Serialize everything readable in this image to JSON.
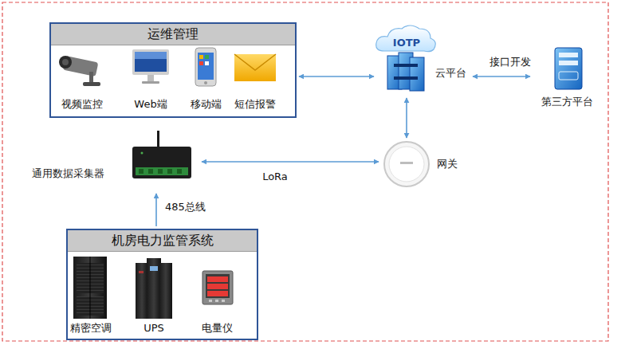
{
  "diagram": {
    "nodes": [
      {
        "text": [
          "运维管理"
        ]
      },
      {
        "text": [
          "IOTP",
          "云平台"
        ]
      },
      {
        "text": [
          "第三方平台"
        ]
      },
      {
        "text": [
          "网关"
        ]
      },
      {
        "text": [
          "通用数据采集器"
        ]
      },
      {
        "text": [
          "机房电力监管系统"
        ]
      }
    ],
    "edges": [
      {
        "from": 0,
        "to": 1,
        "arrow": "both"
      },
      {
        "from": 1,
        "to": 2,
        "label": "接口开发",
        "arrow": "both"
      },
      {
        "from": 1,
        "to": 3,
        "arrow": "both"
      },
      {
        "from": 3,
        "to": 4,
        "label": "LoRa",
        "arrow": "both"
      },
      {
        "from": 5,
        "to": 4,
        "label": "485总线",
        "arrow": "to"
      }
    ],
    "labels": [
      "视频监控",
      "Web端",
      "移动端",
      "短信报警",
      "精密空调",
      "UPS",
      "电量仪"
    ]
  }
}
